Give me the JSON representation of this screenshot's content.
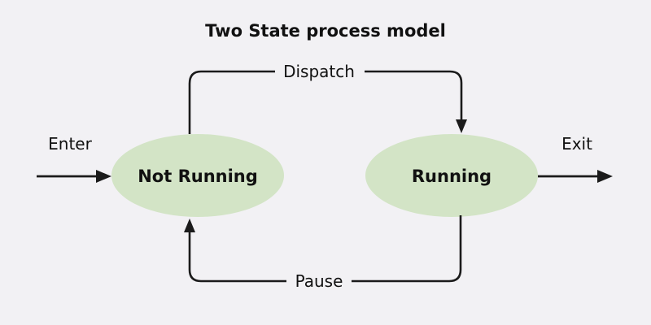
{
  "title": "Two State process model",
  "colors": {
    "background": "#f2f1f4",
    "state_fill": "#d3e4c6",
    "line": "#1b1b1b",
    "text": "#111111"
  },
  "states": {
    "not_running": {
      "label": "Not Running"
    },
    "running": {
      "label": "Running"
    }
  },
  "transitions": {
    "dispatch": {
      "label": "Dispatch",
      "from": "Not Running",
      "to": "Running"
    },
    "pause": {
      "label": "Pause",
      "from": "Running",
      "to": "Not Running"
    },
    "enter": {
      "label": "Enter",
      "to": "Not Running"
    },
    "exit": {
      "label": "Exit",
      "from": "Running"
    }
  }
}
